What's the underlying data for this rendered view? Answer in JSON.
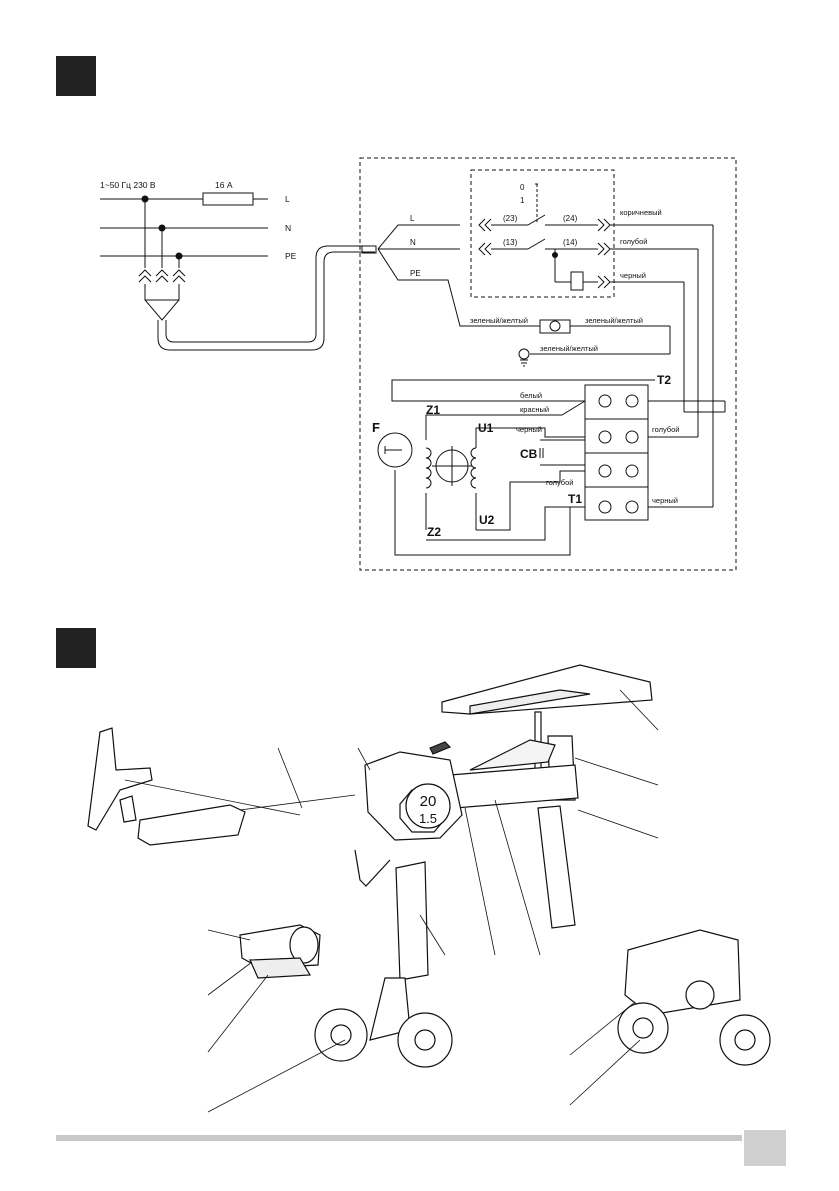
{
  "section1": {
    "supply": {
      "source_label": "1~50 Гц 230 В",
      "fuse_label": "16 А",
      "line_l": "L",
      "line_n": "N",
      "line_pe": "PE"
    },
    "switch": {
      "pos0": "0",
      "pos1": "1",
      "in_l": "L",
      "in_n": "N",
      "in_pe": "PE",
      "t23": "(23)",
      "t24": "(24)",
      "t13": "(13)",
      "t14": "(14)"
    },
    "wires": {
      "brown": "коричневый",
      "blue_top": "голубой",
      "black_top": "черный",
      "ge1": "зеленый/желтый",
      "ge2": "зеленый/желтый",
      "ge3": "зеленый/желтый",
      "white": "белый",
      "red": "красный",
      "black_mid": "черный",
      "blue_mid": "голубой",
      "blue_low": "голубой",
      "black_low": "черный"
    },
    "motor": {
      "f": "F",
      "z1": "Z1",
      "z2": "Z2",
      "u1": "U1",
      "u2": "U2",
      "cb": "CB",
      "t1": "T1",
      "t2": "T2"
    }
  },
  "section2": {
    "gauge_top": "20",
    "gauge_bottom": "1.5"
  }
}
